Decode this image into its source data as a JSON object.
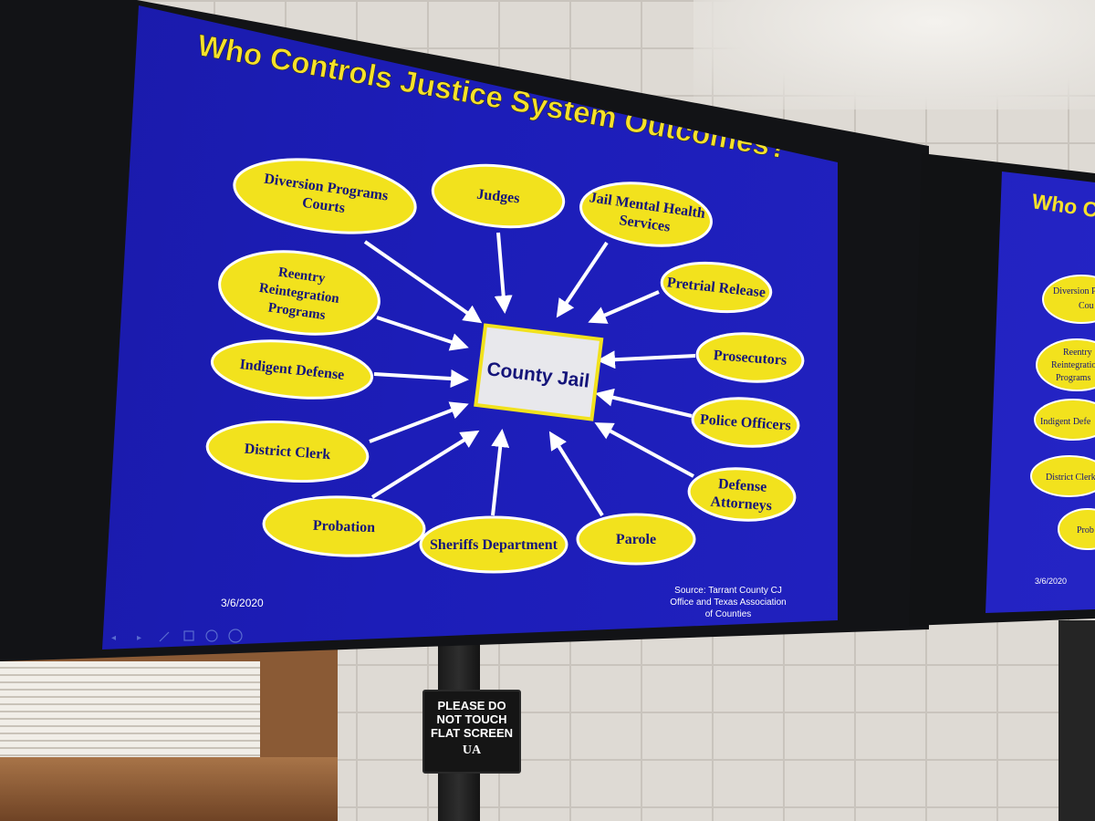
{
  "slide": {
    "title": "Who Controls Justice System Outcomes?",
    "center": "County Jail",
    "date": "3/6/2020",
    "source": [
      "Source: Tarrant County CJ",
      "Office and  Texas Association",
      "of Counties"
    ],
    "nodes": [
      {
        "lines": [
          "Diversion Programs",
          "Courts"
        ]
      },
      {
        "lines": [
          "Judges"
        ]
      },
      {
        "lines": [
          "Jail Mental Health",
          "Services"
        ]
      },
      {
        "lines": [
          "Reentry",
          "Reintegration",
          "Programs"
        ]
      },
      {
        "lines": [
          "Pretrial Release"
        ]
      },
      {
        "lines": [
          "Indigent Defense"
        ]
      },
      {
        "lines": [
          "Prosecutors"
        ]
      },
      {
        "lines": [
          "District Clerk"
        ]
      },
      {
        "lines": [
          "Police Officers"
        ]
      },
      {
        "lines": [
          "Defense",
          "Attorneys"
        ]
      },
      {
        "lines": [
          "Probation"
        ]
      },
      {
        "lines": [
          "Sheriffs Department"
        ]
      },
      {
        "lines": [
          "Parole"
        ]
      }
    ]
  },
  "second_screen": {
    "title": "Who Co",
    "nodes": [
      "Diversion P",
      "Cou",
      "Reentry",
      "Reintegratio",
      "Programs",
      "Indigent Defe",
      "District Clerk",
      "Prob"
    ],
    "date": "3/6/2020"
  },
  "sign": {
    "lines": [
      "PLEASE DO",
      "NOT TOUCH",
      "FLAT SCREEN"
    ],
    "logo": "UA"
  },
  "colors": {
    "slide_blue": "#1c1db8",
    "ellipse_yellow": "#f2e21d",
    "title_yellow": "#f6e12a"
  }
}
